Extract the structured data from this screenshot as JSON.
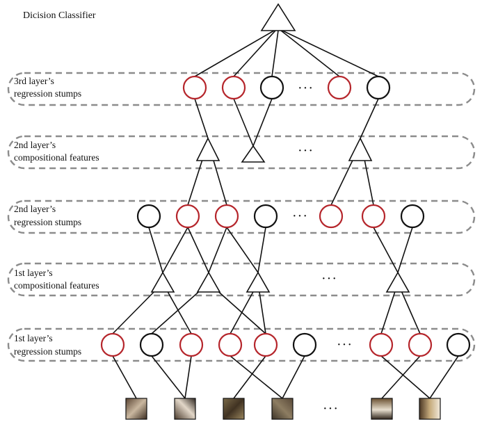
{
  "title": "Dicision Classifier",
  "ellipsis": "···",
  "layers": [
    {
      "line1": "3rd layer’s",
      "line2": "regression stumps"
    },
    {
      "line1": "2nd layer’s",
      "line2": "compositional features"
    },
    {
      "line1": "2nd layer’s",
      "line2": "regression stumps"
    },
    {
      "line1": "1st layer’s",
      "line2": "compositional features"
    },
    {
      "line1": "1st layer’s",
      "line2": "regression stumps"
    }
  ],
  "colors": {
    "selected_stump": "#b5252b",
    "unselected_stump": "#111111",
    "band_border": "#8c8c8c",
    "edge": "#111111"
  },
  "stumps": {
    "layer3": [
      true,
      true,
      false,
      true,
      false
    ],
    "layer2": [
      false,
      true,
      true,
      false,
      true,
      true,
      false
    ],
    "layer1": [
      true,
      false,
      true,
      true,
      true,
      false,
      true,
      true,
      false
    ]
  },
  "image_patches": 6
}
